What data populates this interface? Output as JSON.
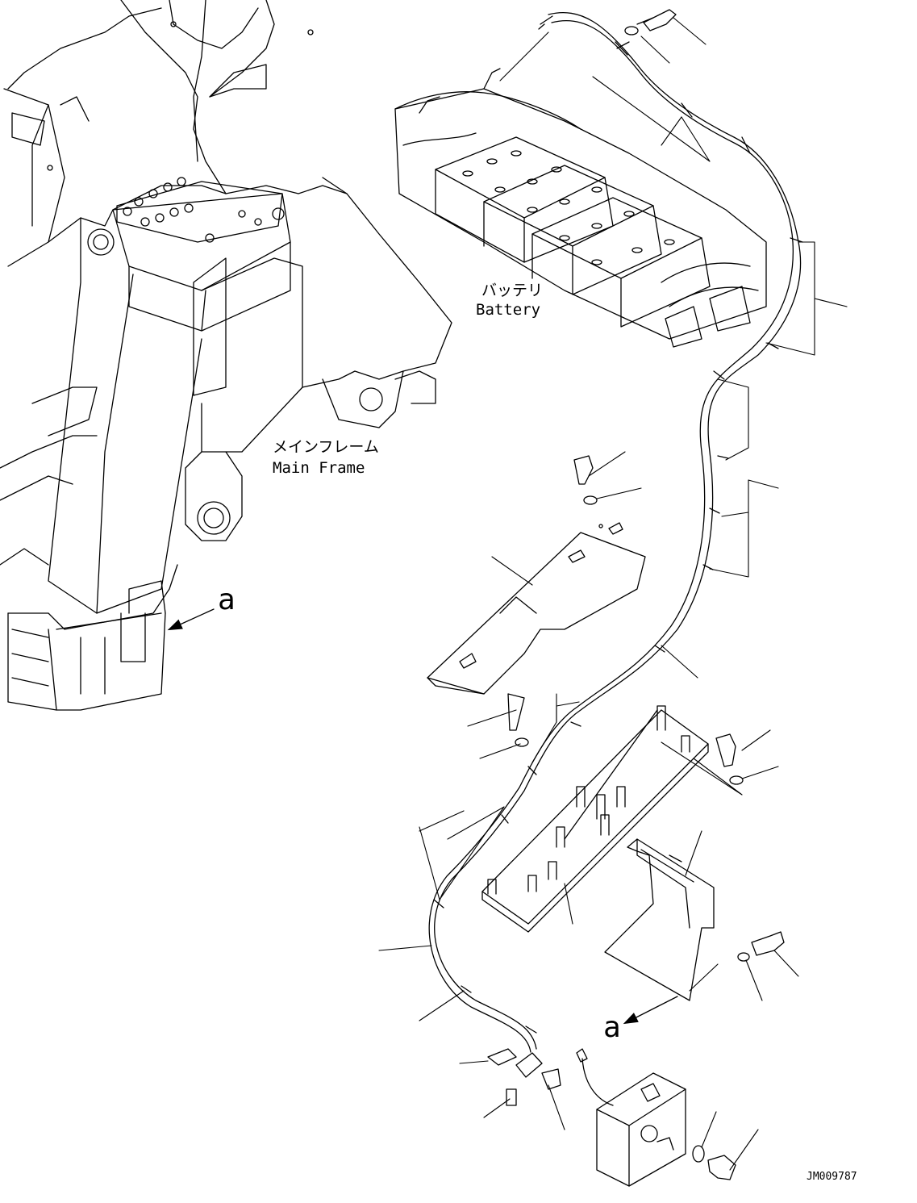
{
  "labels": {
    "battery_jp": "バッテリ",
    "battery_en": "Battery",
    "frame_jp": "メインフレーム",
    "frame_en": "Main Frame",
    "view_a_upper": "a",
    "view_a_lower": "a",
    "drawing_number": "JM009787"
  }
}
